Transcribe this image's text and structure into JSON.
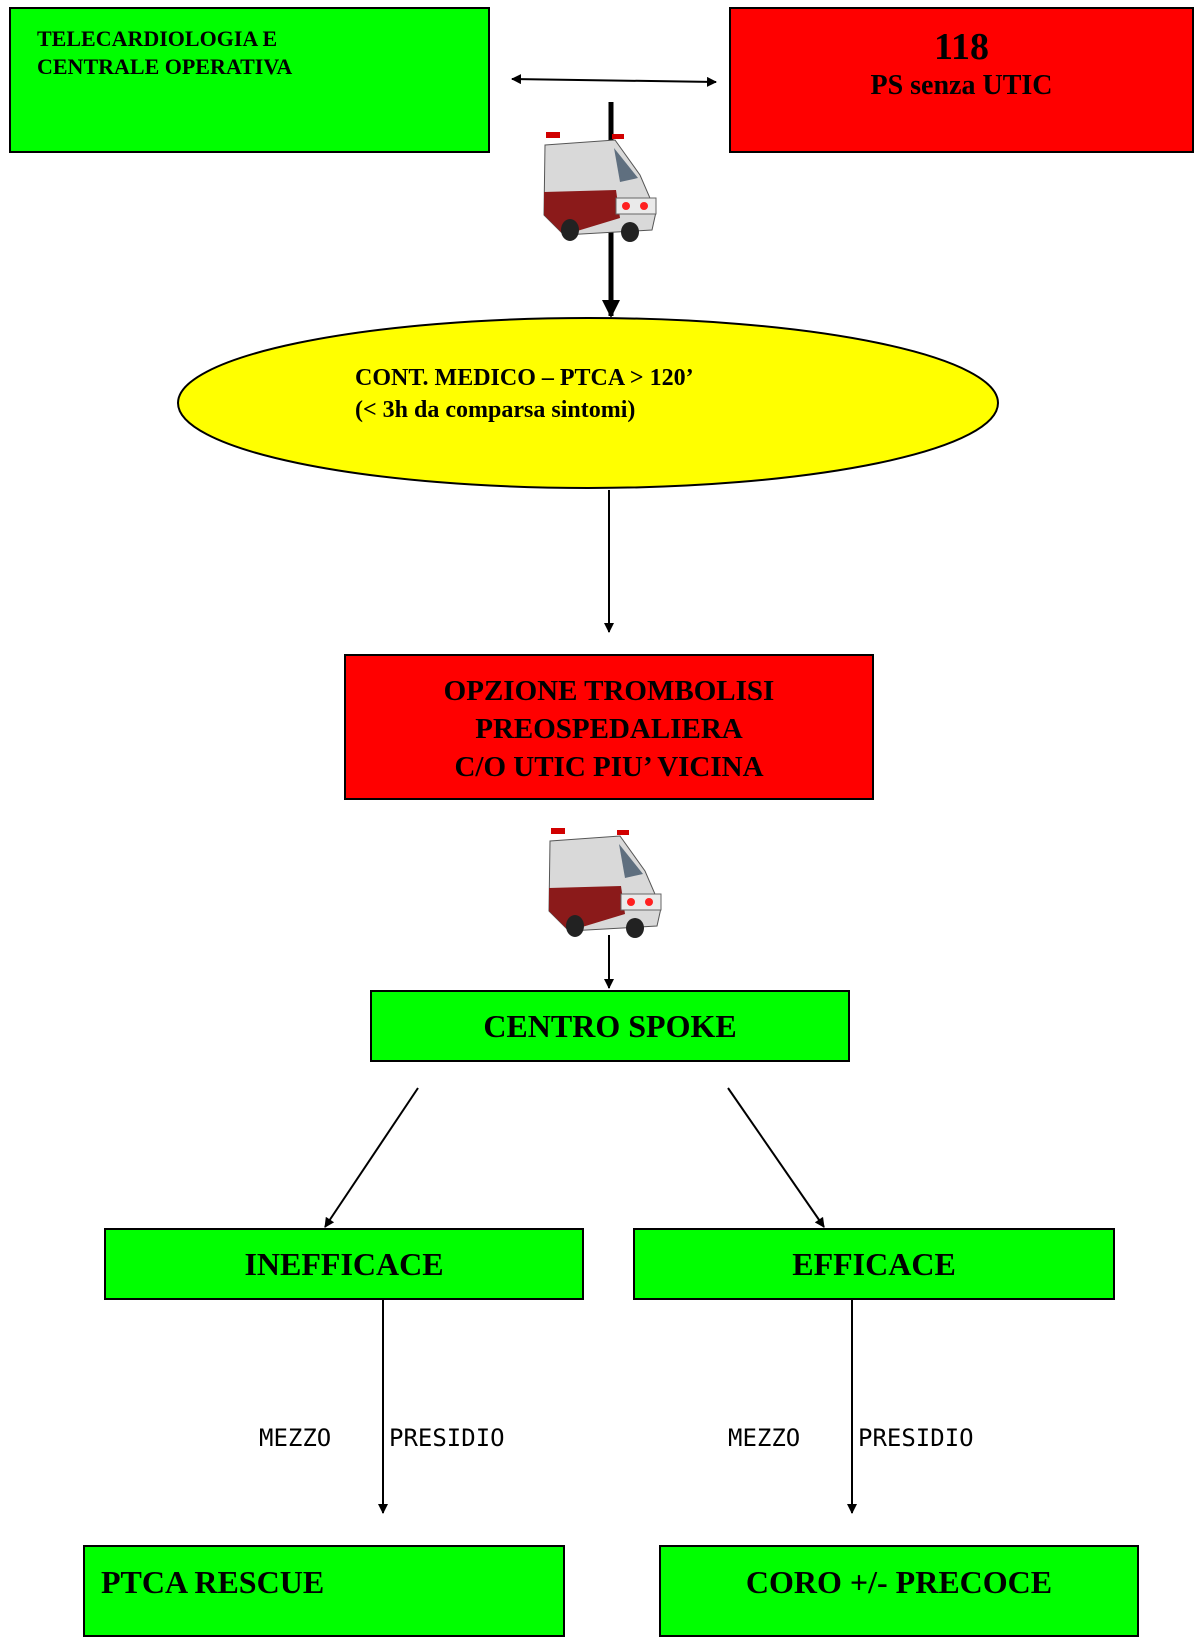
{
  "colors": {
    "green": "#00ff00",
    "red": "#ff0000",
    "yellow": "#ffff00"
  },
  "nodes": {
    "telecardiologia": {
      "line1": "TELECARDIOLOGIA E",
      "line2": "CENTRALE OPERATIVA"
    },
    "ps118": {
      "line1": "118",
      "line2": "PS senza UTIC"
    },
    "cont_medico": {
      "line1": "CONT. MEDICO – PTCA > 120’",
      "line2": "(< 3h da comparsa sintomi)"
    },
    "opzione": {
      "line1": "OPZIONE TROMBOLISI",
      "line2": "PREOSPEDALIERA",
      "line3": "C/O UTIC PIU’ VICINA"
    },
    "centro_spoke": {
      "label": "CENTRO SPOKE"
    },
    "inefficace": {
      "label": "INEFFICACE"
    },
    "efficace": {
      "label": "EFFICACE"
    },
    "ptca_rescue": {
      "label": "PTCA RESCUE"
    },
    "coro": {
      "label": "CORO +/- PRECOCE"
    }
  },
  "edge_labels": {
    "left_a": "MEZZO",
    "left_b": "PRESIDIO",
    "right_a": "MEZZO",
    "right_b": "PRESIDIO"
  },
  "icons": [
    "ambulance-icon",
    "ambulance-icon"
  ]
}
